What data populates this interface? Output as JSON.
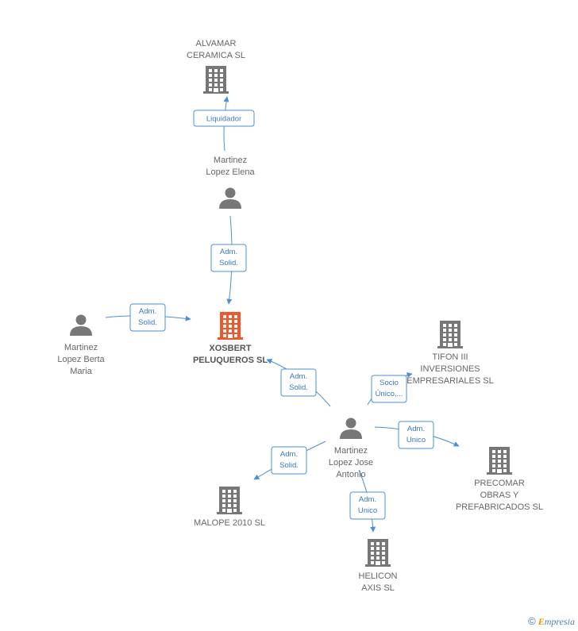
{
  "colors": {
    "edge": "#4a8fd8",
    "company": "#777777",
    "main_company": "#f0582a",
    "person": "#777777"
  },
  "nodes": [
    {
      "id": "alvamar",
      "kind": "company",
      "label": [
        "ALVAMAR",
        "CERAMICA SL"
      ]
    },
    {
      "id": "elena",
      "kind": "person",
      "label": [
        "Martinez",
        "Lopez Elena"
      ]
    },
    {
      "id": "xosbert",
      "kind": "company",
      "main": true,
      "label": [
        "XOSBERT",
        "PELUQUEROS SL"
      ]
    },
    {
      "id": "berta",
      "kind": "person",
      "label": [
        "Martinez",
        "Lopez Berta",
        "Maria"
      ]
    },
    {
      "id": "tifon",
      "kind": "company",
      "label": [
        "TIFON III",
        "INVERSIONES",
        "EMPRESARIALES SL"
      ]
    },
    {
      "id": "jose",
      "kind": "person",
      "label": [
        "Martinez",
        "Lopez Jose",
        "Antonio"
      ]
    },
    {
      "id": "precomar",
      "kind": "company",
      "label": [
        "PRECOMAR",
        "OBRAS Y",
        "PREFABRICADOS SL"
      ]
    },
    {
      "id": "malope",
      "kind": "company",
      "label": [
        "MALOPE 2010 SL"
      ]
    },
    {
      "id": "helicon",
      "kind": "company",
      "label": [
        "HELICON",
        "AXIS SL"
      ]
    }
  ],
  "edges": [
    {
      "from": "elena",
      "to": "alvamar",
      "label": [
        "Liquidador"
      ]
    },
    {
      "from": "elena",
      "to": "xosbert",
      "label": [
        "Adm.",
        "Solid."
      ]
    },
    {
      "from": "berta",
      "to": "xosbert",
      "label": [
        "Adm.",
        "Solid."
      ]
    },
    {
      "from": "jose",
      "to": "xosbert",
      "label": [
        "Adm.",
        "Solid."
      ]
    },
    {
      "from": "jose",
      "to": "tifon",
      "label": [
        "Socio",
        "Único,..."
      ]
    },
    {
      "from": "jose",
      "to": "precomar",
      "label": [
        "Adm.",
        "Unico"
      ]
    },
    {
      "from": "jose",
      "to": "malope",
      "label": [
        "Adm.",
        "Solid."
      ]
    },
    {
      "from": "jose",
      "to": "helicon",
      "label": [
        "Adm.",
        "Unico"
      ]
    }
  ],
  "footer": {
    "copyright": "©",
    "brand_initial": "E",
    "brand_rest": "mpresia"
  }
}
